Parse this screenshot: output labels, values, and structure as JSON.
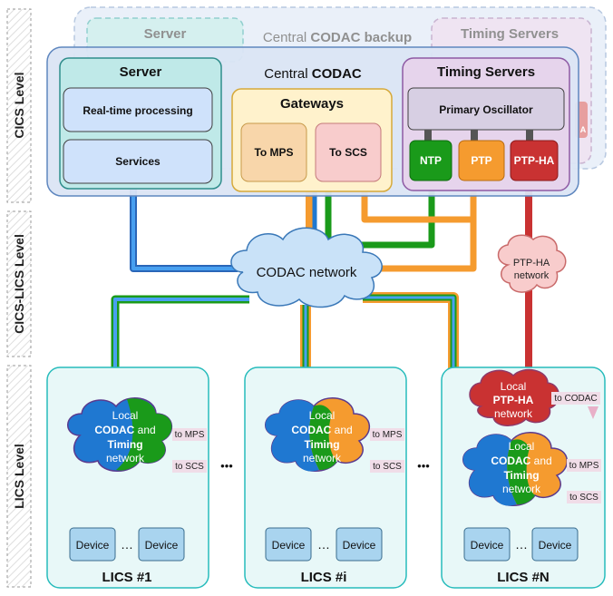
{
  "levels": {
    "cics": "CICS Level",
    "cics_lics": "CICS-LICS Level",
    "lics": "LICS Level"
  },
  "backup": {
    "server": "Server",
    "title_prefix": "Central ",
    "title_bold": "CODAC backup",
    "timing": "Timing Servers",
    "partial_letter": "A"
  },
  "central": {
    "title_prefix": "Central ",
    "title_bold": "CODAC",
    "server": {
      "title": "Server",
      "box1": "Real-time processing",
      "box2": "Services"
    },
    "gateways": {
      "title": "Gateways",
      "mps": "To MPS",
      "scs": "To SCS"
    },
    "timing": {
      "title": "Timing Servers",
      "oscillator": "Primary Oscillator",
      "ntp": "NTP",
      "ptp": "PTP",
      "ptpha": "PTP-HA"
    }
  },
  "networks": {
    "codac": "CODAC network",
    "ptpha_line1": "PTP-HA",
    "ptpha_line2": "network"
  },
  "lics": [
    {
      "name": "LICS #1",
      "cloud_local": "Local",
      "cloud_codac": "CODAC",
      "cloud_and": " and",
      "cloud_timing": "Timing",
      "cloud_network": "network",
      "to_mps": "to MPS",
      "to_scs": "to SCS",
      "device": "Device",
      "ellipsis": "…"
    },
    {
      "name": "LICS #i",
      "cloud_local": "Local",
      "cloud_codac": "CODAC",
      "cloud_and": " and",
      "cloud_timing": "Timing",
      "cloud_network": "network",
      "to_mps": "to MPS",
      "to_scs": "to SCS",
      "device": "Device",
      "ellipsis": "…"
    },
    {
      "name": "LICS #N",
      "cloud_local": "Local",
      "cloud_codac": "CODAC",
      "cloud_and": " and",
      "cloud_timing": "Timing",
      "cloud_network": "network",
      "to_mps": "to MPS",
      "to_scs": "to SCS",
      "device": "Device",
      "ellipsis": "…",
      "local_ptpha_local": "Local",
      "local_ptpha_bold": "PTP-HA",
      "local_ptpha_network": "network",
      "to_codac": "to CODAC"
    }
  ],
  "ellipsis_between": "•••",
  "colors": {
    "codac_blue": "#1f78d1",
    "timing_green": "#1a9a1a",
    "ptp_orange": "#f59b2f",
    "ptpha_red": "#c93232"
  }
}
